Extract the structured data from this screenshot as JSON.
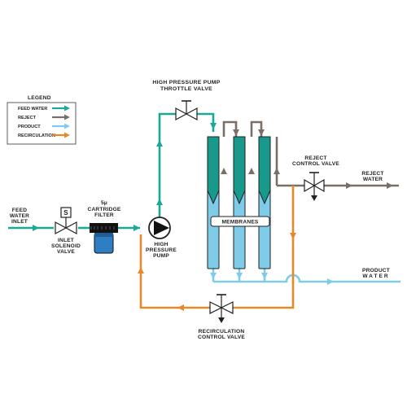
{
  "colors": {
    "feed_water": "#1aa89b",
    "reject": "#7a6e66",
    "product": "#7fcbea",
    "recirculation": "#e6892b",
    "membrane_top": "#17998c",
    "membrane_bottom": "#7fcbea",
    "outline": "#222222"
  },
  "legend": {
    "title": "LEGEND",
    "items": [
      {
        "label": "FEED WATER",
        "color": "#1aa89b"
      },
      {
        "label": "REJECT",
        "color": "#7a6e66"
      },
      {
        "label": "PRODUCT",
        "color": "#7fcbea"
      },
      {
        "label": "RECIRCULATION",
        "color": "#e6892b"
      }
    ]
  },
  "labels": {
    "feed_inlet": [
      "FEED",
      "WATER",
      "INLET"
    ],
    "solenoid": [
      "INLET",
      "SOLENOID",
      "VALVE"
    ],
    "solenoid_box": "S",
    "filter": [
      "5μ",
      "CARTRIDGE",
      "FILTER"
    ],
    "pump": [
      "HIGH",
      "PRESSURE",
      "PUMP"
    ],
    "throttle": [
      "HIGH PRESSURE PUMP",
      "THROTTLE VALVE"
    ],
    "membranes": "MEMBRANES",
    "reject_valve": [
      "REJECT",
      "CONTROL VALVE"
    ],
    "reject_water": [
      "REJECT",
      "WATER"
    ],
    "product_water": [
      "PRODUCT",
      "WATER"
    ],
    "recirc_valve": [
      "RECIRCULATION",
      "CONTROL VALVE"
    ]
  }
}
